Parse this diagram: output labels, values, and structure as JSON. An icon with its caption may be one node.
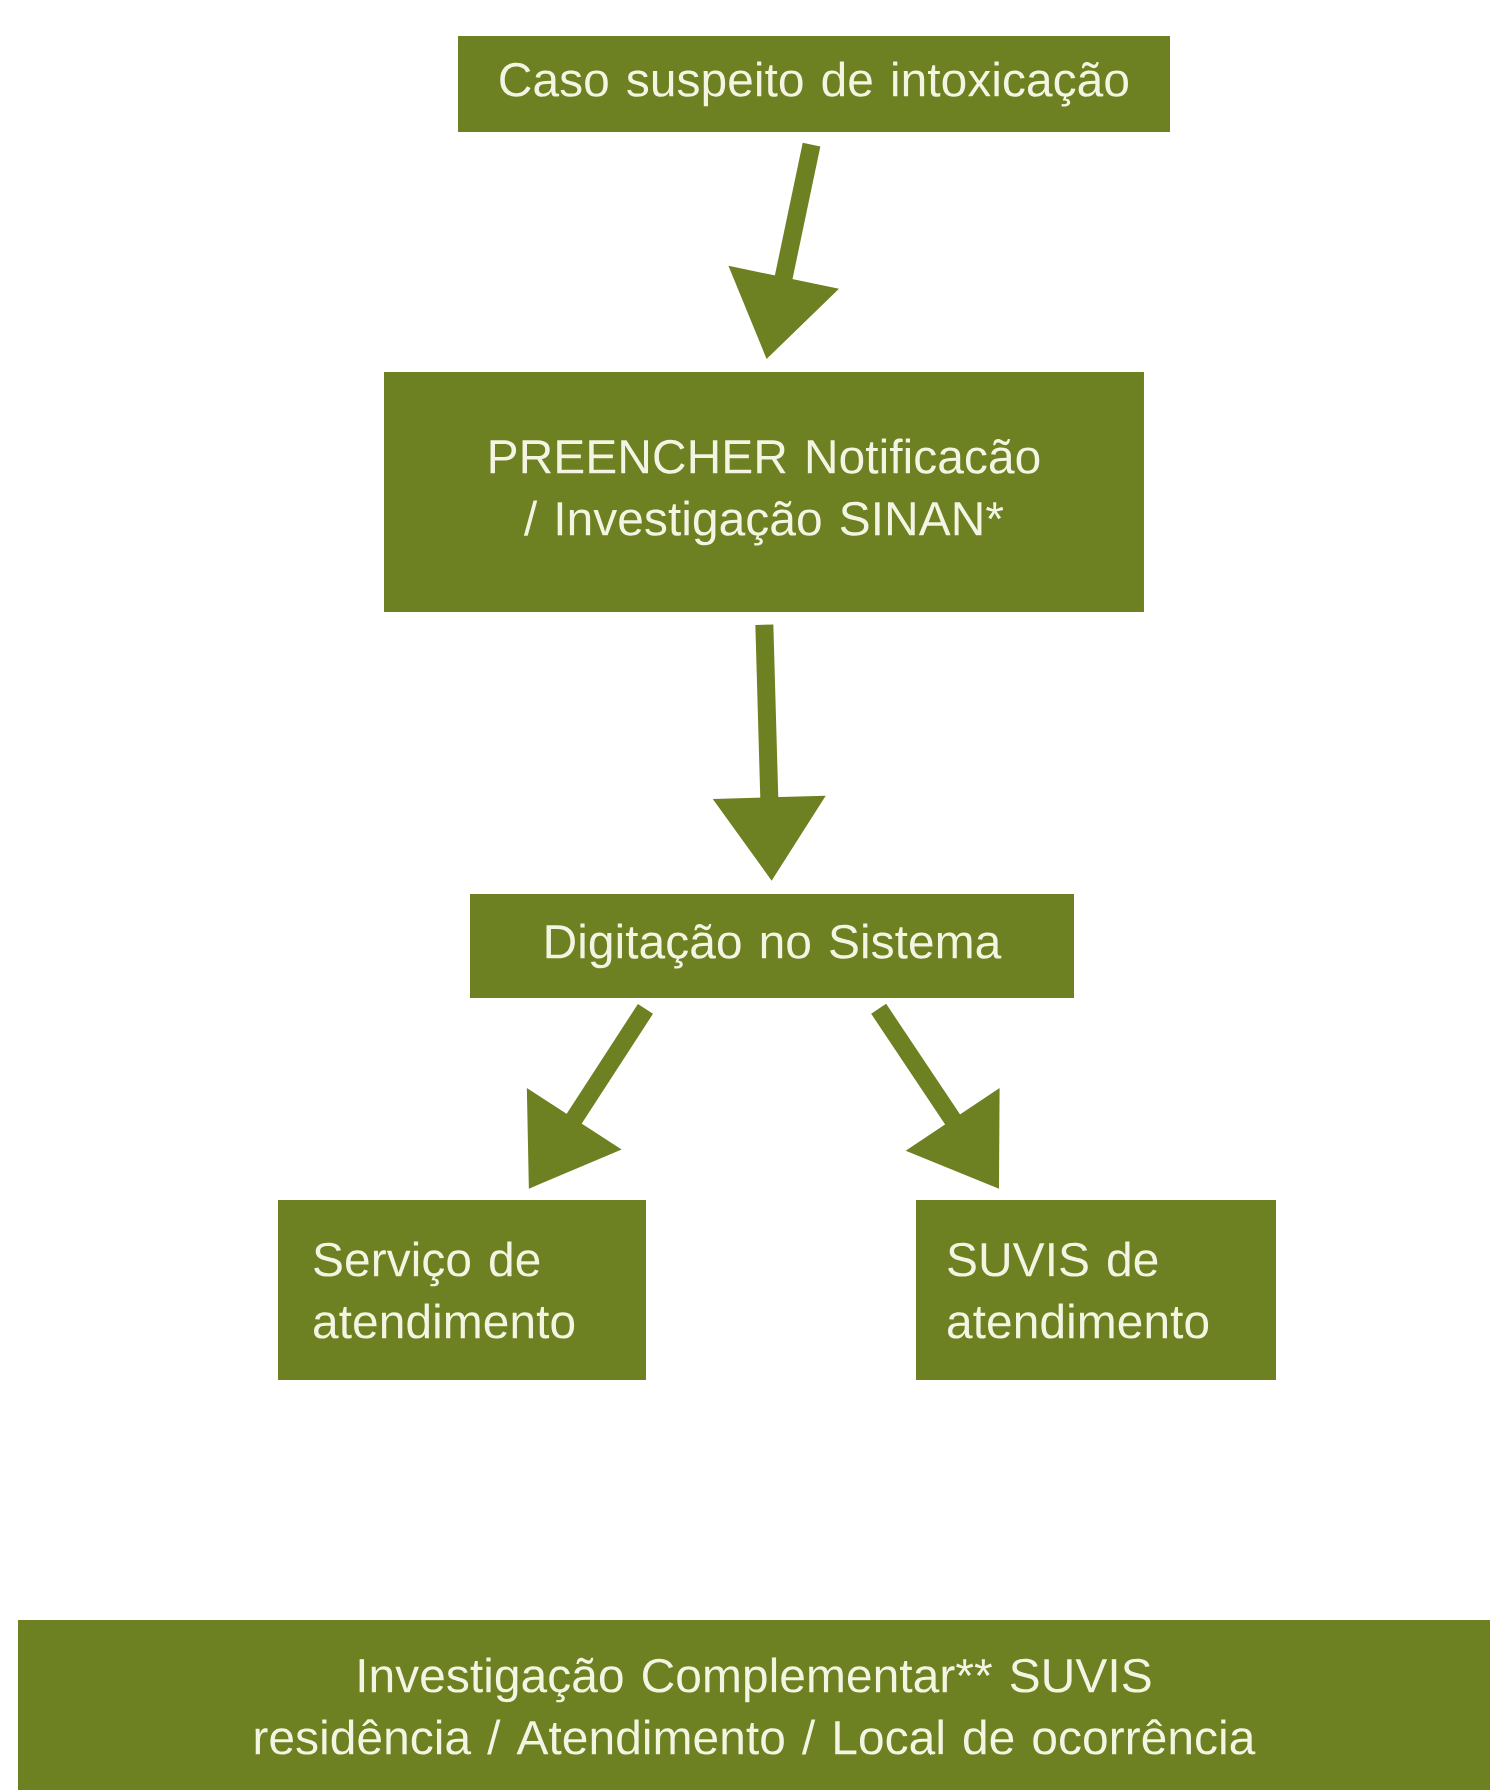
{
  "diagram": {
    "nodes": [
      {
        "text": [
          "Caso suspeito de intoxicação"
        ]
      },
      {
        "text": [
          "PREENCHER Notificacão / Investigação SINAN*"
        ]
      },
      {
        "text": [
          "Digitação no Sistema"
        ]
      },
      {
        "text": [
          "Serviço de atendimento"
        ]
      },
      {
        "text": [
          "SUVIS de atendimento"
        ]
      },
      {
        "text": [
          "Investigação Complementar** SUVIS residência / Atendimento / Local de ocorrência"
        ]
      }
    ],
    "edges": [
      {
        "from": 0,
        "to": 1,
        "arrow": "to"
      },
      {
        "from": 1,
        "to": 2,
        "arrow": "to"
      },
      {
        "from": 2,
        "to": 3,
        "arrow": "to"
      },
      {
        "from": 2,
        "to": 4,
        "arrow": "to"
      }
    ]
  }
}
